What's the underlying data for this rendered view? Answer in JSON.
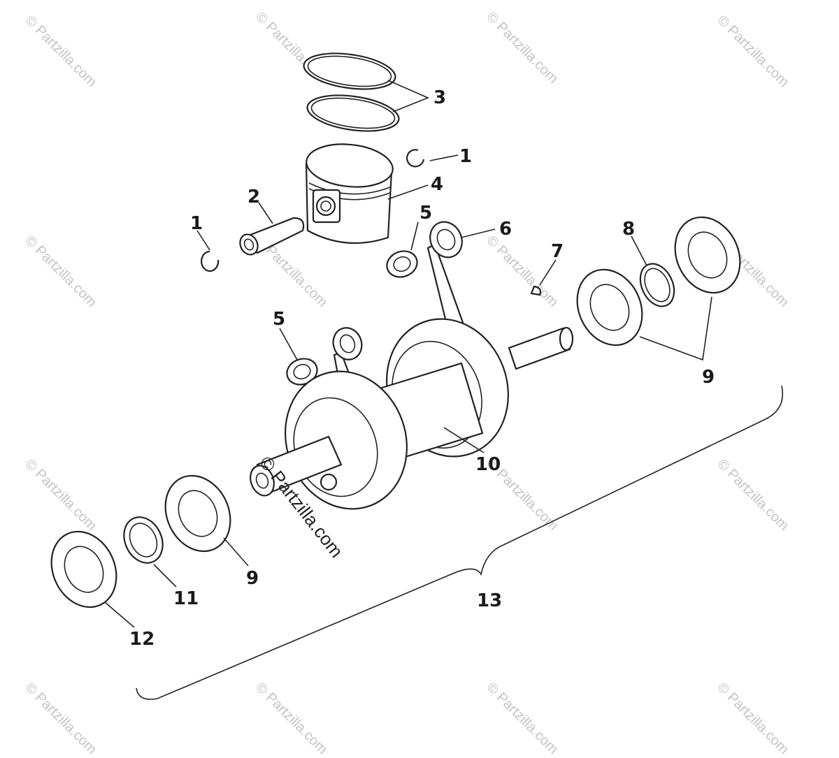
{
  "callouts": {
    "c1a": "1",
    "c1b": "1",
    "c2": "2",
    "c3": "3",
    "c4": "4",
    "c5a": "5",
    "c5b": "5",
    "c6": "6",
    "c7": "7",
    "c8": "8",
    "c9a": "9",
    "c9b": "9",
    "c10": "10",
    "c11": "11",
    "c12": "12",
    "c13": "13"
  },
  "watermarks": {
    "tile": "© Partzilla.com",
    "main": "© Partzilla.com"
  },
  "colors": {
    "line": "#222222",
    "watermark": "#c4c4c4",
    "background": "#ffffff"
  }
}
